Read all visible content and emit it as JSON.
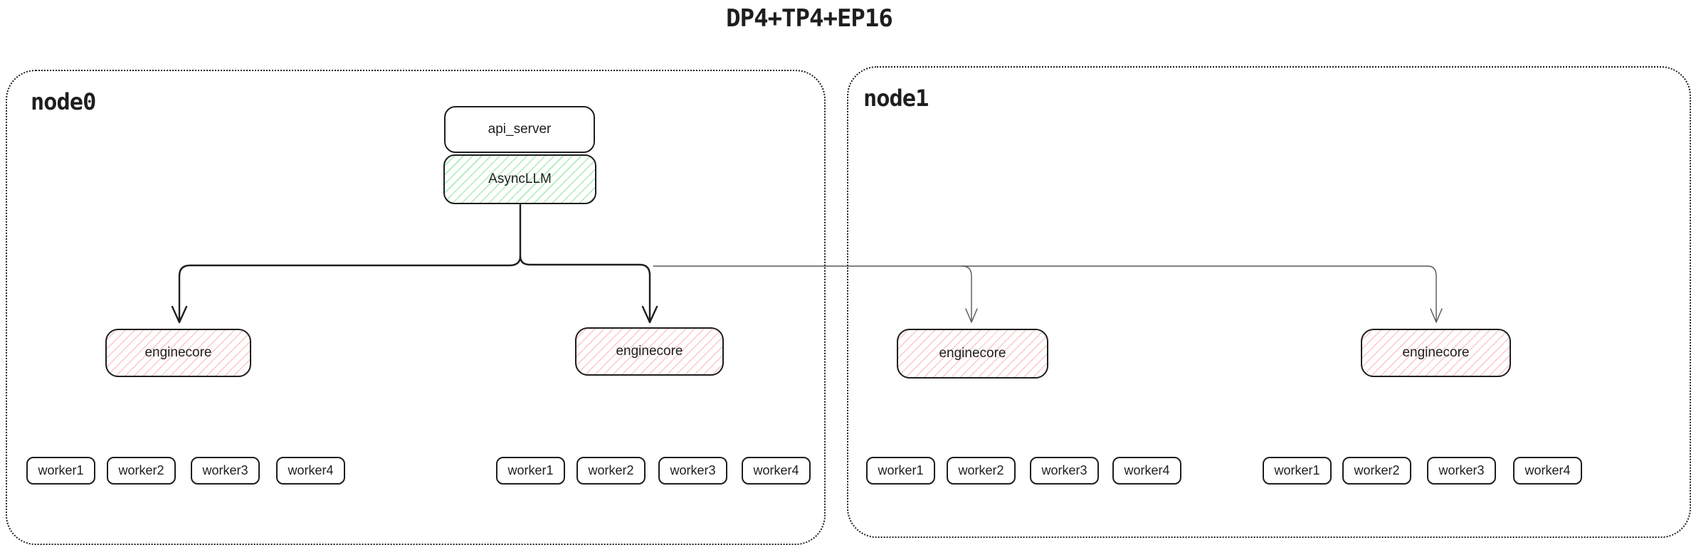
{
  "title": "DP4+TP4+EP16",
  "colors": {
    "stroke": "#1e1e1e",
    "green_hatch": "#69db7c",
    "red_hatch": "#ff8282",
    "thin_arrow": "#565656",
    "background": "#ffffff"
  },
  "node0": {
    "label": "node0",
    "api_server_label": "api_server",
    "asyncllm_label": "AsyncLLM",
    "enginecores": [
      "enginecore",
      "enginecore"
    ],
    "worker_groups": [
      [
        "worker1",
        "worker2",
        "worker3",
        "worker4"
      ],
      [
        "worker1",
        "worker2",
        "worker3",
        "worker4"
      ]
    ]
  },
  "node1": {
    "label": "node1",
    "enginecores": [
      "enginecore",
      "enginecore"
    ],
    "worker_groups": [
      [
        "worker1",
        "worker2",
        "worker3",
        "worker4"
      ],
      [
        "worker1",
        "worker2",
        "worker3",
        "worker4"
      ]
    ]
  }
}
